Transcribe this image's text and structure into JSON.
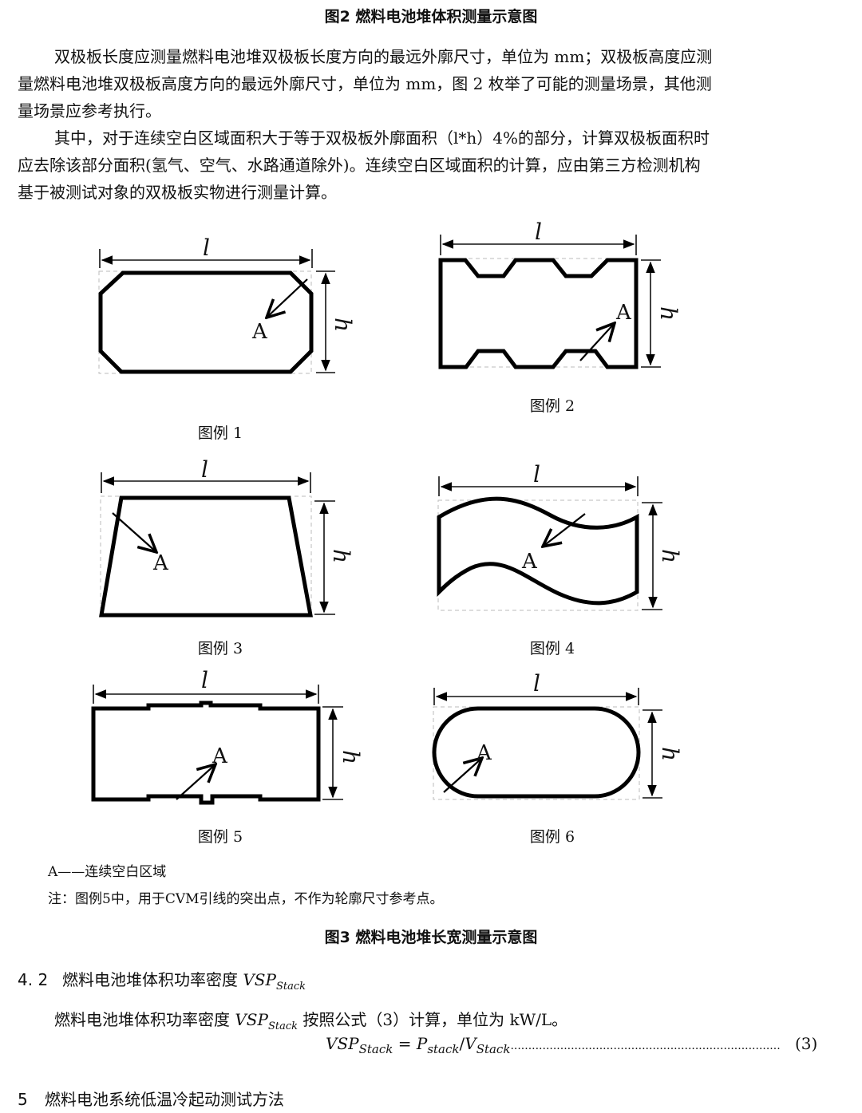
{
  "figure2": {
    "title": "图2  燃料电池堆体积测量示意图"
  },
  "paragraphs": {
    "p1": [
      "双极板长度应测量燃料电池堆双极板长度方向的最远外廓尺寸，单位为 mm；双极板高度应测",
      "量燃料电池堆双极板高度方向的最远外廓尺寸，单位为 mm，图 2 枚举了可能的测量场景，其他测",
      "量场景应参考执行。"
    ],
    "p2": [
      "其中，对于连续空白区域面积大于等于双极板外廓面积（l*h）4%的部分，计算双极板面积时",
      "应去除该部分面积(氢气、空气、水路通道除外)。连续空白区域面积的计算，应由第三方检测机构",
      "基于被测试对象的双极板实物进行测量计算。"
    ]
  },
  "diagram": {
    "length_label": "l",
    "height_label": "h",
    "area_label": "A",
    "captions": [
      "图例 1",
      "图例 2",
      "图例 3",
      "图例 4",
      "图例 5",
      "图例 6"
    ]
  },
  "legend": {
    "text": "A——连续空白区域"
  },
  "note": {
    "text": "注：图例5中，用于CVM引线的突出点，不作为轮廓尺寸参考点。"
  },
  "figure3": {
    "title": "图3  燃料电池堆长宽测量示意图"
  },
  "section_4_2": {
    "number": "4. 2",
    "title": "燃料电池堆体积功率密度 ",
    "symbol": "VSP",
    "subscript": "Stack"
  },
  "formula_intro": {
    "prefix": "燃料电池堆体积功率密度 ",
    "symbol": "VSP",
    "subscript": "Stack",
    "suffix": " 按照公式（3）计算，单位为 kW/L。"
  },
  "formula": {
    "lhs": "VSP",
    "lhs_sub": "Stack",
    "eq": " = ",
    "p": "P",
    "p_sub": "stack",
    "slash": "/",
    "v": "V",
    "v_sub": "Stack",
    "dots": "............................................................................",
    "number": "(3)"
  },
  "section_5": {
    "number": "5",
    "title": "燃料电池系统低温冷起动测试方法"
  }
}
